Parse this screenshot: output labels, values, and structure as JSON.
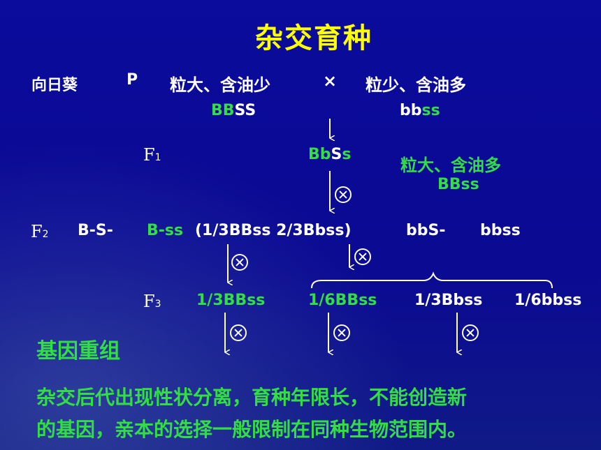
{
  "title": "杂交育种",
  "parents": {
    "species": "向日葵",
    "p_label": "P",
    "parent1_traits": "粒大、含油少",
    "cross_symbol": "×",
    "parent2_traits": "粒少、含油多",
    "parent1_geno_green": "BB",
    "parent1_geno_white": "SS",
    "parent2_geno_white": "bb",
    "parent2_geno_green": "ss"
  },
  "f1": {
    "label": "F",
    "sub": "1",
    "geno_green1": "Bb",
    "geno_white": "S",
    "geno_green2": "s",
    "target_traits": "粒大、含油多",
    "target_geno": "BBss"
  },
  "f2": {
    "label": "F",
    "sub": "2",
    "c1": "B-S-",
    "c2_green": "B-ss",
    "c2_detail": "(1/3BBss   2/3Bbss)",
    "c3": "bbS-",
    "c4": "bbss"
  },
  "f3": {
    "label": "F",
    "sub": "3",
    "c1": "1/3BBss",
    "c2": "1/6BBss",
    "c3": "1/3Bbss",
    "c4": "1/6bbss"
  },
  "conclusion": {
    "heading": "基因重组",
    "line1": "杂交后代出现性状分离，育种年限长，不能创造新",
    "line2": "的基因，亲本的选择一般限制在同种生物范围内。"
  },
  "colors": {
    "background": "#0c0c9a",
    "title": "#ffff00",
    "green": "#33dd44",
    "white": "#ffffff"
  }
}
